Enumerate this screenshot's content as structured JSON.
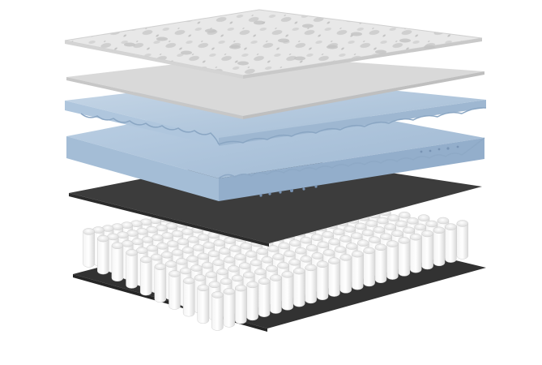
{
  "illustration": {
    "subject": "exploded-mattress-layers",
    "background_color": "#ffffff",
    "layers": [
      {
        "id": "quilted-cover",
        "top_color": "#e7e7e7",
        "side_color": "#d2d2d2"
      },
      {
        "id": "comfort-sheet",
        "top_color": "#d8d8d8",
        "side_color": "#c8c8c8"
      },
      {
        "id": "gel-foam-upper",
        "top_color": "#b7cbe0",
        "side_color": "#a9c0d8"
      },
      {
        "id": "gel-foam-lower",
        "top_color": "#adc4dc",
        "side_color": "#9db7d2"
      },
      {
        "id": "dark-support-pad",
        "top_color": "#3a3a3a",
        "side_color": "#2d2d2d"
      },
      {
        "id": "pocket-coil-unit",
        "top_color": "#fafafa",
        "side_color": "#e9e9e9"
      },
      {
        "id": "dark-base-pad",
        "top_color": "#3a3a3a",
        "side_color": "#2d2d2d"
      }
    ]
  }
}
